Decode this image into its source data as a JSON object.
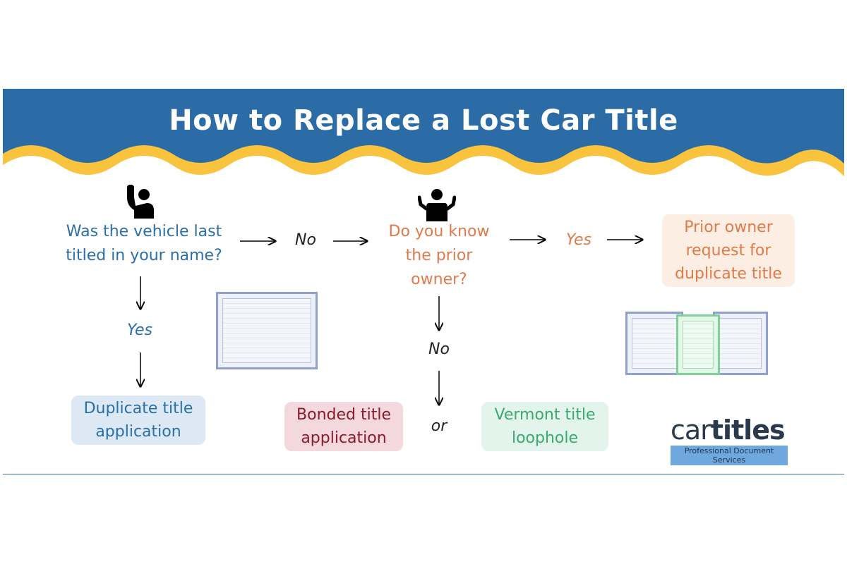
{
  "title": "How to Replace a Lost Car Title",
  "colors": {
    "banner": "#2b6ca6",
    "wave": "#f9c33d",
    "blue": "#2b6fa8",
    "orange": "#e17a4a",
    "red": "#8b1a2c",
    "green": "#3aaa72"
  },
  "icons": {
    "person_raising_hand": "raised-hand-person-icon",
    "person_shrugging": "shrugging-person-icon"
  },
  "question1": {
    "line1": "Was the vehicle last",
    "line2": "titled in your name?"
  },
  "question2": {
    "line1": "Do you know",
    "line2": "the prior",
    "line3": "owner?"
  },
  "labels": {
    "q1_no": "No",
    "q1_yes": "Yes",
    "q2_yes": "Yes",
    "q2_no": "No",
    "or": "or"
  },
  "outcomes": {
    "duplicate": {
      "line1": "Duplicate title",
      "line2": "application"
    },
    "bonded": {
      "line1": "Bonded title",
      "line2": "application"
    },
    "vermont": {
      "line1": "Vermont title",
      "line2": "loophole"
    },
    "prior_owner": {
      "line1": "Prior owner",
      "line2": "request for",
      "line3": "duplicate title"
    }
  },
  "logo": {
    "car": "car",
    "titles": "titles",
    "tagline": "Professional Document Services"
  }
}
